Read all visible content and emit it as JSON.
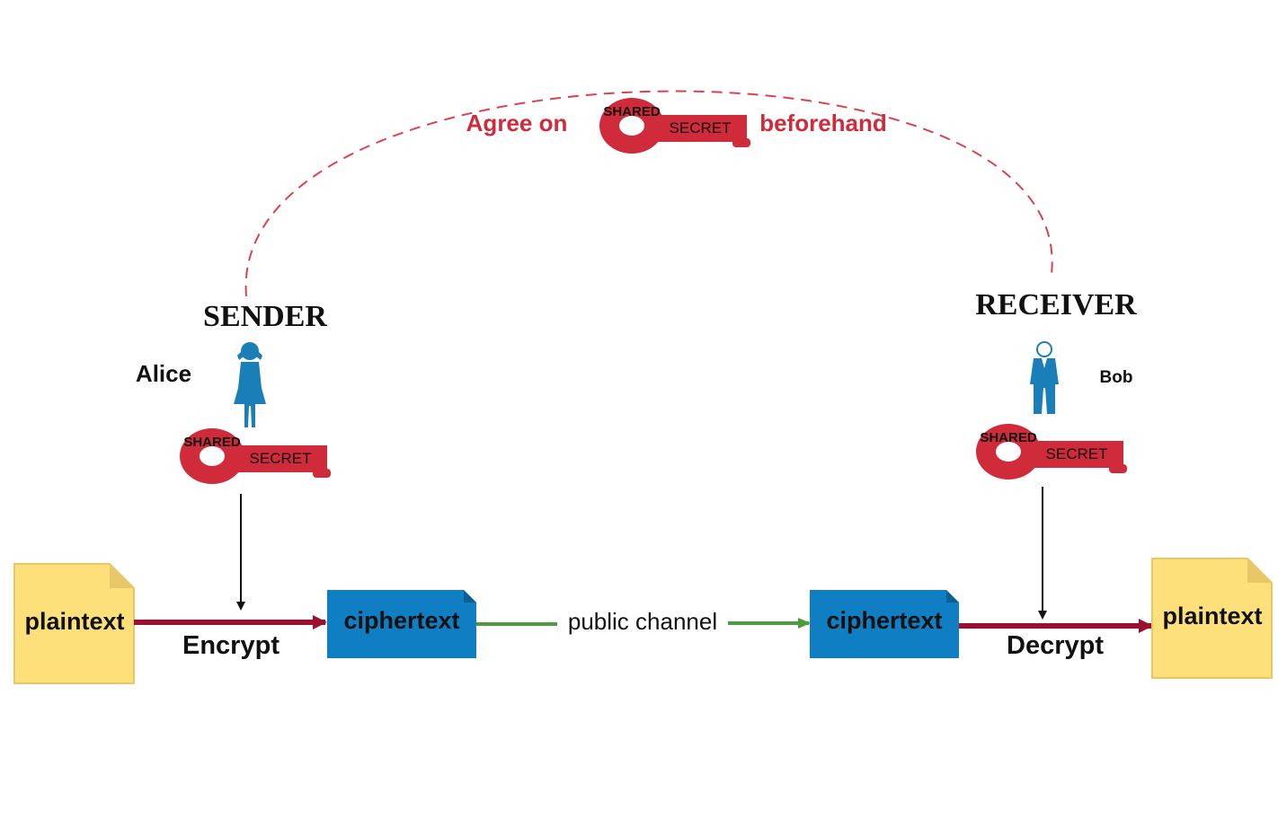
{
  "colors": {
    "key_red": "#cf2b3a",
    "dashed_arc": "#d9434f",
    "arrow_red": "#9b1030",
    "channel_green": "#4e9a3f",
    "doc_yellow": "#fde07a",
    "doc_yellow_border": "#e8c766",
    "cipher_blue": "#0f7ec2",
    "person_blue": "#1a7fb9",
    "text": "#111111"
  },
  "agreement": {
    "left_text": "Agree on",
    "right_text": "beforehand",
    "key": {
      "top_label": "SHARED",
      "bottom_label": "SECRET",
      "icon": "key-icon"
    }
  },
  "sender": {
    "role": "SENDER",
    "name": "Alice",
    "icon": "woman-icon",
    "key": {
      "top_label": "SHARED",
      "bottom_label": "SECRET",
      "icon": "key-icon"
    },
    "operation": "Encrypt",
    "plaintext": "plaintext",
    "ciphertext": "ciphertext"
  },
  "receiver": {
    "role": "RECEIVER",
    "name": "Bob",
    "icon": "man-icon",
    "key": {
      "top_label": "SHARED",
      "bottom_label": "SECRET",
      "icon": "key-icon"
    },
    "operation": "Decrypt",
    "plaintext": "plaintext",
    "ciphertext": "ciphertext"
  },
  "channel": {
    "label": "public channel"
  }
}
